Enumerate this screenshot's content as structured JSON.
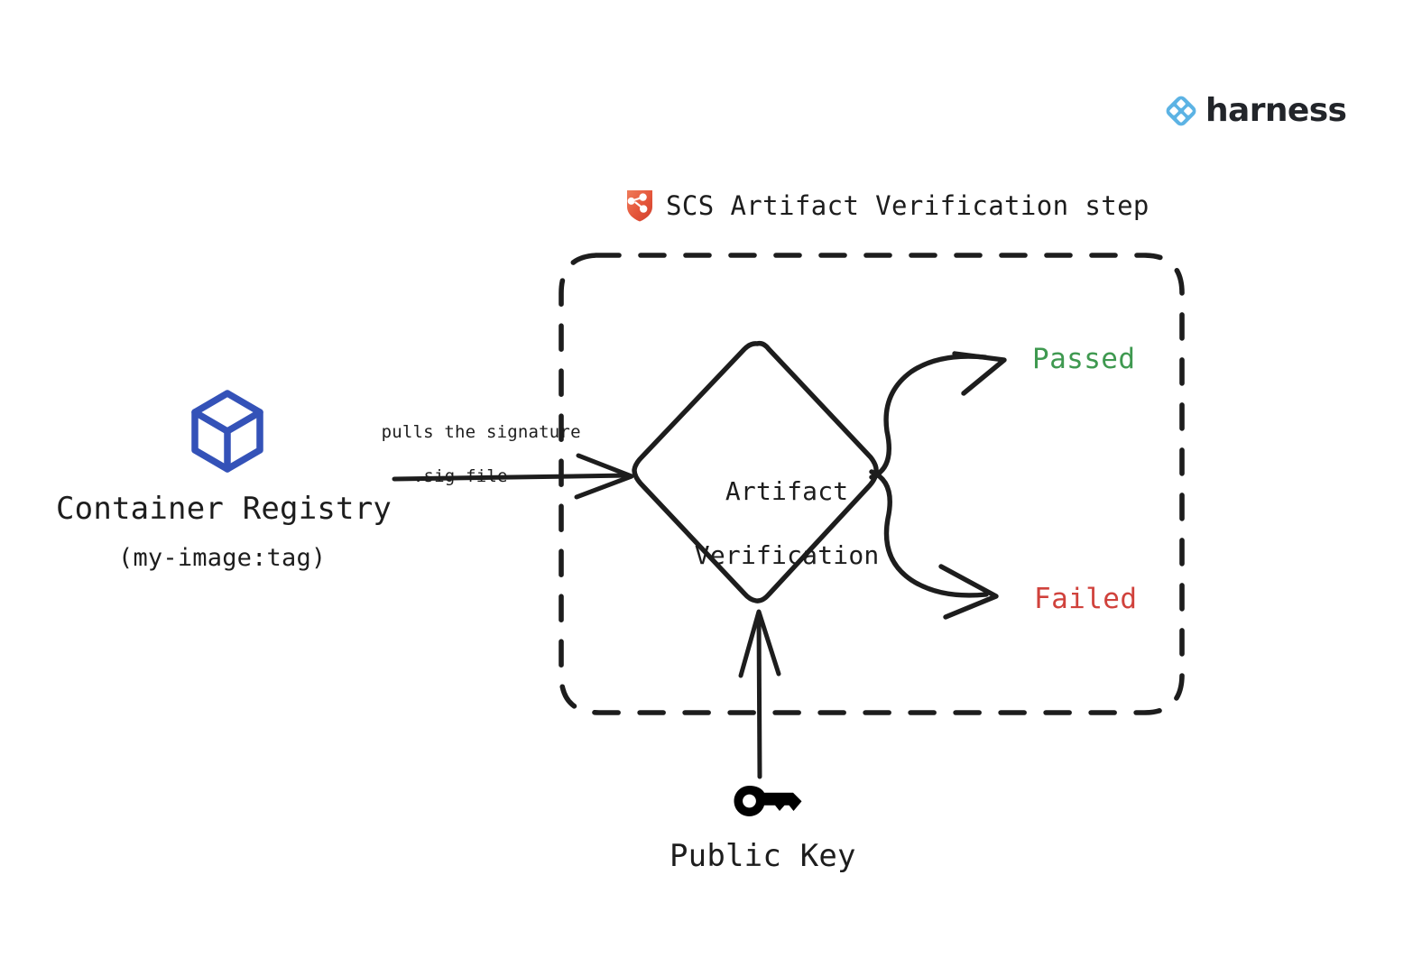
{
  "brand": {
    "name": "harness",
    "logo_icon": "harness-diamond-icon",
    "logo_color": "#5cb3e4",
    "wordmark_color": "#22252a"
  },
  "diagram": {
    "title": "SCS Artifact Verification step",
    "title_icon": "scs-shield-graph-icon",
    "title_icon_color": "#e0523c",
    "boundary": {
      "name": "scs-step-boundary",
      "style": "dashed-rounded-rectangle",
      "color": "#1d1d1d"
    },
    "nodes": {
      "registry": {
        "icon": "container-cube-icon",
        "icon_color": "#3452b8",
        "label": "Container Registry",
        "sublabel": "(my-image:tag)"
      },
      "decision": {
        "shape": "diamond",
        "line1": "Artifact",
        "line2": "Verification"
      },
      "public_key": {
        "icon": "key-icon",
        "icon_color": "#000000",
        "label": "Public Key"
      }
    },
    "outcomes": [
      {
        "label": "Passed",
        "color": "#3f9950"
      },
      {
        "label": "Failed",
        "color": "#d0423c"
      }
    ],
    "edges": [
      {
        "from": "registry",
        "to": "decision",
        "note_line1": "pulls the signature",
        "note_line2": ".sig file"
      },
      {
        "from": "public_key",
        "to": "decision",
        "note_line1": "",
        "note_line2": ""
      },
      {
        "from": "decision",
        "to": "passed",
        "note_line1": "",
        "note_line2": ""
      },
      {
        "from": "decision",
        "to": "failed",
        "note_line1": "",
        "note_line2": ""
      }
    ]
  }
}
